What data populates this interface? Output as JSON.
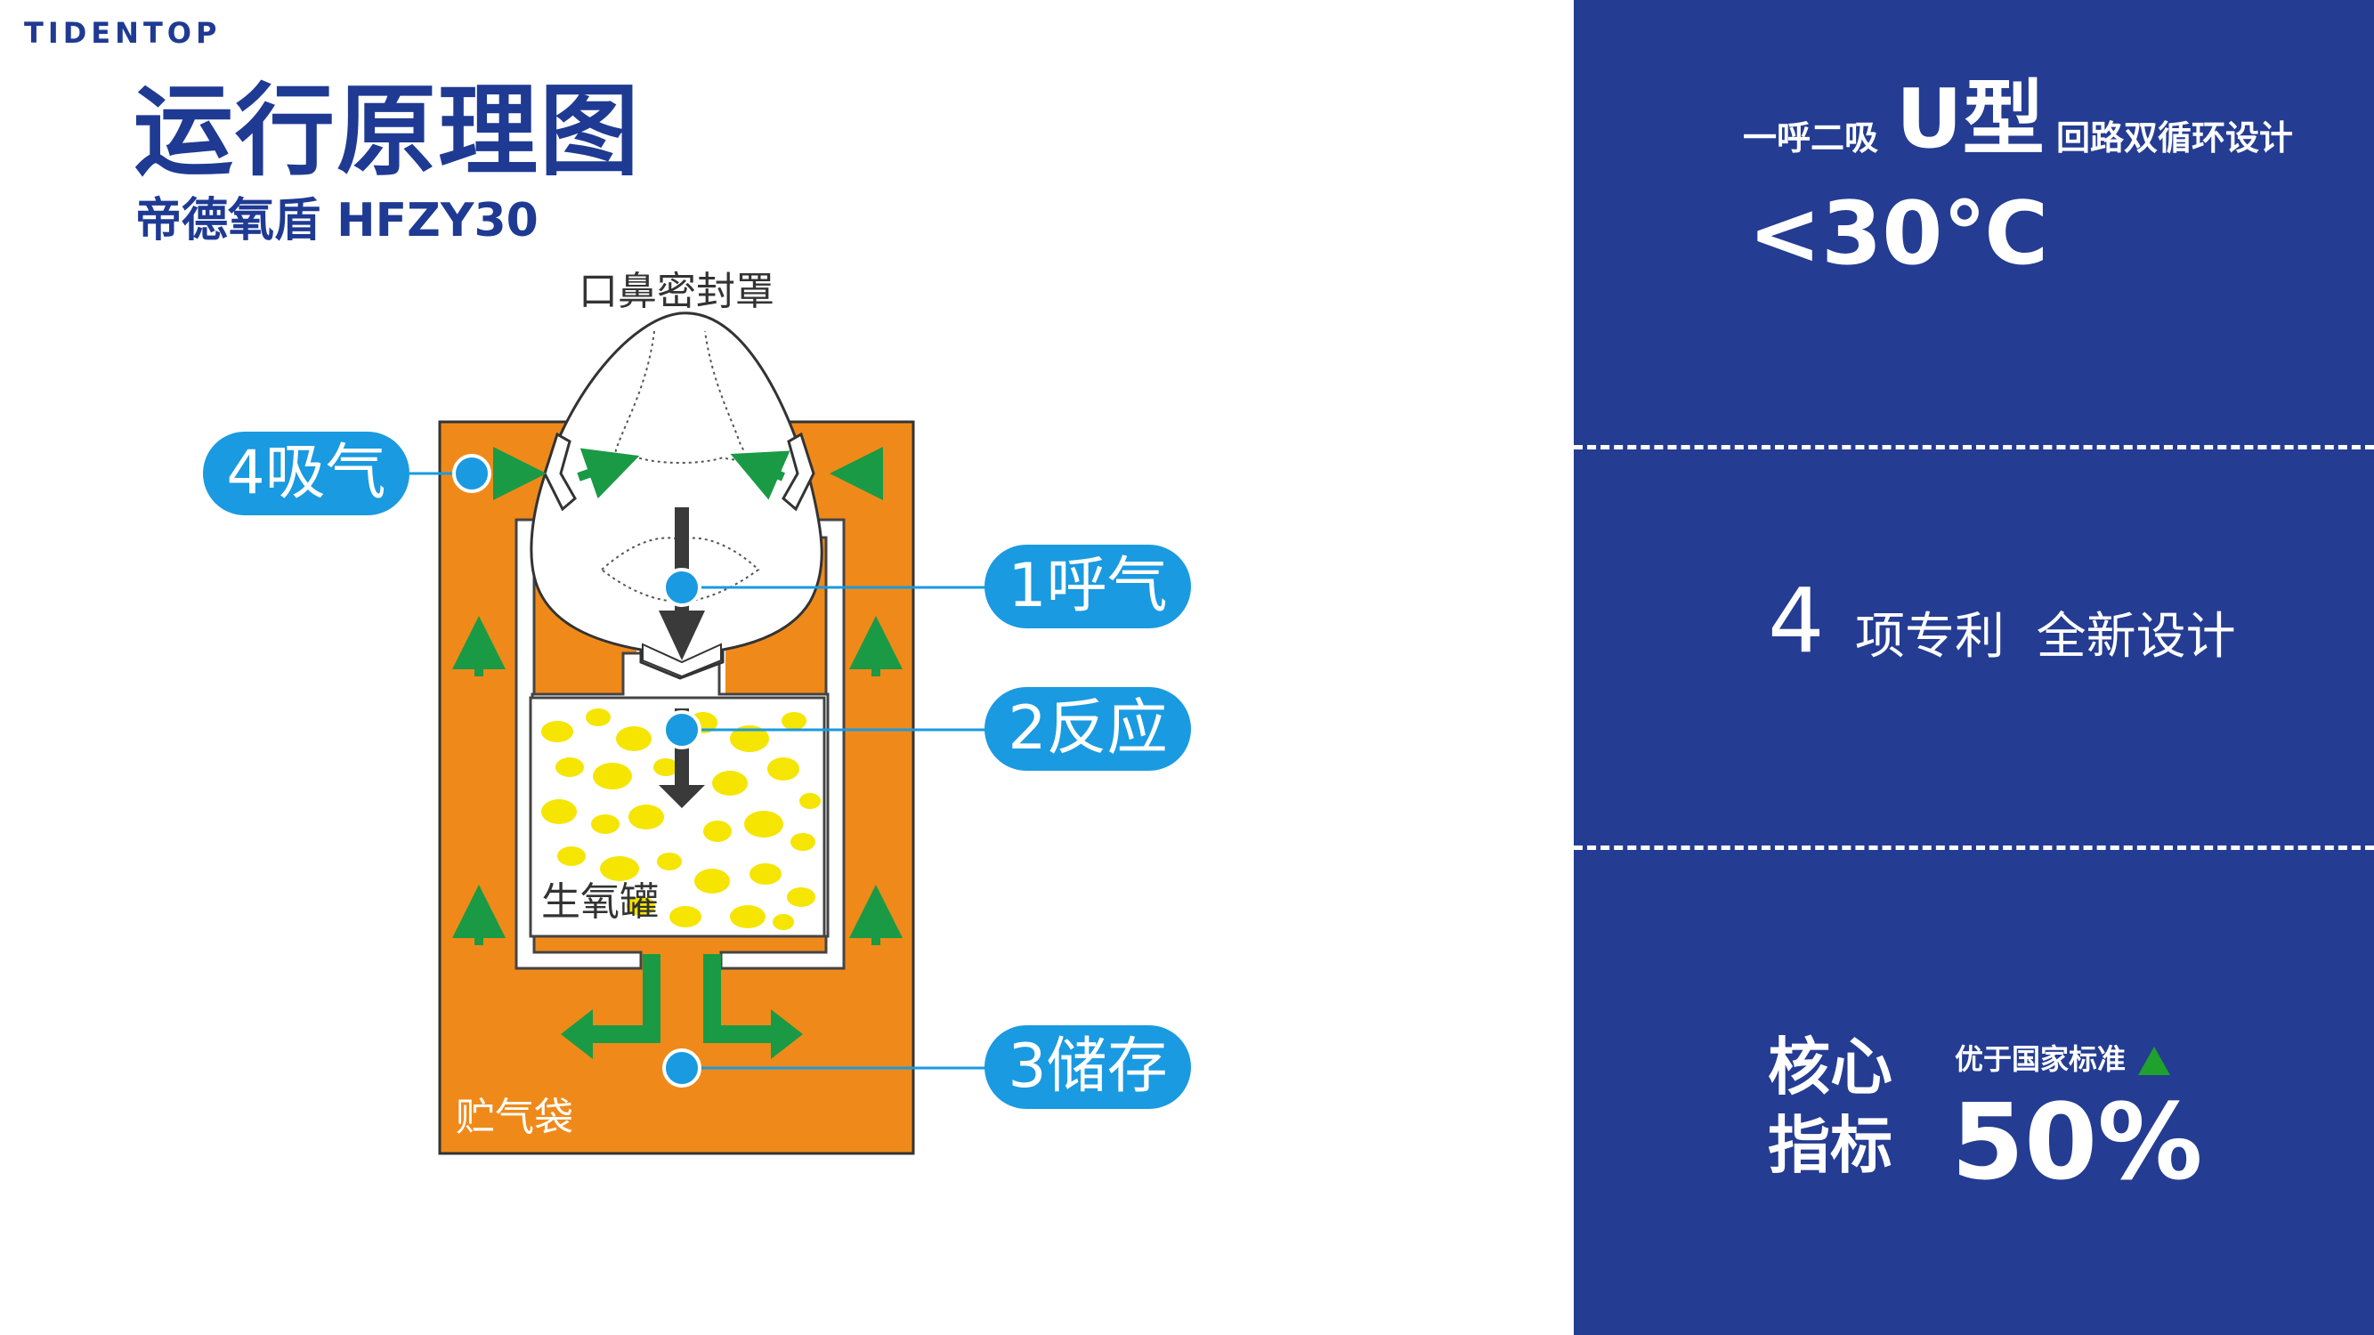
{
  "brand": "TIDENTOP",
  "title": "运行原理图",
  "subtitle": "帝德氧盾 HFZY30",
  "diagram": {
    "mask_label": "口鼻密封罩",
    "canister_label": "生氧罐",
    "bag_label": "贮气袋",
    "steps": [
      {
        "label": "4吸气"
      },
      {
        "label": "1呼气"
      },
      {
        "label": "2反应"
      },
      {
        "label": "3储存"
      }
    ],
    "colors": {
      "bag": "#ef8a1a",
      "callout": "#1a9ae0",
      "arrow_green": "#1a9a45",
      "arrow_dark": "#3a3a3a",
      "granule": "#f5e500"
    }
  },
  "panel": {
    "background": "#243c92",
    "section1": {
      "prefix": "一呼二吸",
      "highlight": "U型",
      "suffix": "回路双循环设计",
      "temp": "<30℃"
    },
    "section2": {
      "number": "4",
      "text": "项专利  全新设计"
    },
    "section3": {
      "label_line1": "核心",
      "label_line2": "指标",
      "note": "优于国家标准",
      "value": "50%"
    }
  }
}
